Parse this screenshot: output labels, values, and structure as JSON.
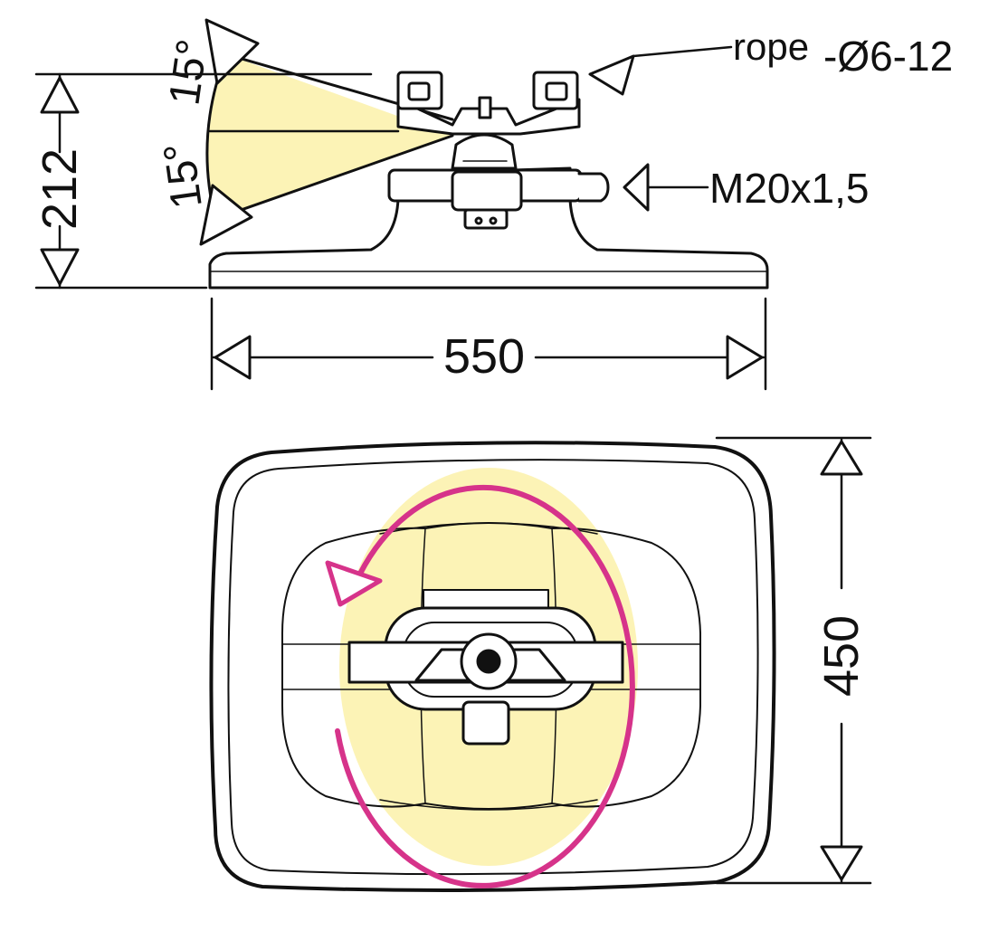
{
  "labels": {
    "rope_prefix": "rope",
    "rope_size": "-Ø6-12",
    "thread": "M20x1,5",
    "angle_upper": "15°",
    "angle_lower": "15°",
    "height": "212",
    "width": "550",
    "depth": "450"
  },
  "colors": {
    "ink": "#111111",
    "highlight_fill": "#fcf3b6",
    "rotation_arrow": "#d6338a"
  },
  "icons": {
    "rotation": "rotation-arrow-icon",
    "tilt": "tilt-range-icon"
  }
}
